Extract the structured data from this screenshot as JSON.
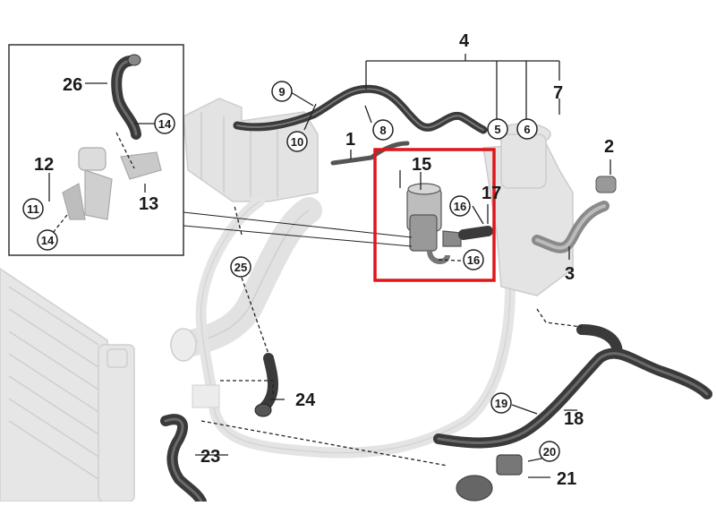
{
  "callouts_plain": [
    {
      "id": "4",
      "label": "4"
    },
    {
      "id": "7",
      "label": "7"
    },
    {
      "id": "1",
      "label": "1"
    },
    {
      "id": "2",
      "label": "2"
    },
    {
      "id": "3",
      "label": "3"
    },
    {
      "id": "12",
      "label": "12"
    },
    {
      "id": "13",
      "label": "13"
    },
    {
      "id": "15",
      "label": "15"
    },
    {
      "id": "17",
      "label": "17"
    },
    {
      "id": "18",
      "label": "18"
    },
    {
      "id": "21",
      "label": "21"
    },
    {
      "id": "23",
      "label": "23"
    },
    {
      "id": "24",
      "label": "24"
    },
    {
      "id": "26",
      "label": "26"
    }
  ],
  "callouts_circled": [
    {
      "id": "5",
      "label": "5"
    },
    {
      "id": "6",
      "label": "6"
    },
    {
      "id": "8",
      "label": "8"
    },
    {
      "id": "9",
      "label": "9"
    },
    {
      "id": "10",
      "label": "10"
    },
    {
      "id": "11",
      "label": "11"
    },
    {
      "id": "14a",
      "label": "14"
    },
    {
      "id": "14b",
      "label": "14"
    },
    {
      "id": "16a",
      "label": "16"
    },
    {
      "id": "16b",
      "label": "16"
    },
    {
      "id": "19",
      "label": "19"
    },
    {
      "id": "20",
      "label": "20"
    },
    {
      "id": "25",
      "label": "25"
    }
  ],
  "colors": {
    "highlight": "#e0161b",
    "hose_dark": "#3a3a3a",
    "ghost_part": "#d9d9d9",
    "line": "#222222"
  }
}
